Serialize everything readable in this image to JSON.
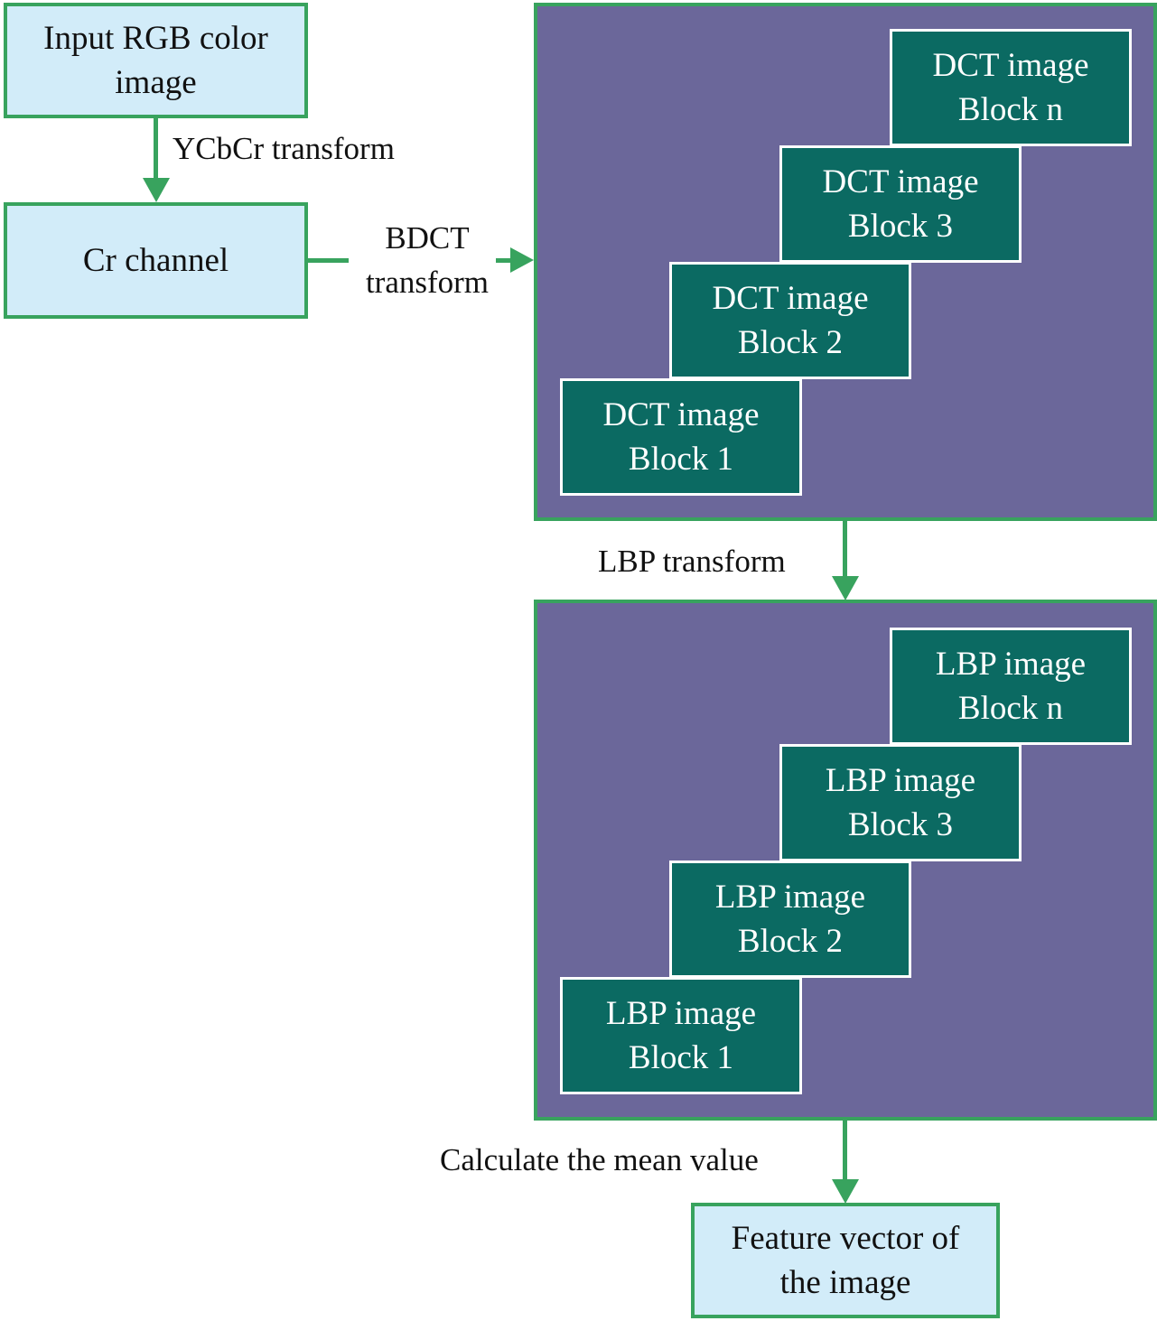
{
  "diagram": {
    "nodes": {
      "input_rgb": {
        "label": "Input RGB color\nimage"
      },
      "cr_channel": {
        "label": "Cr channel"
      },
      "feature_vector": {
        "label": "Feature vector of\nthe image"
      }
    },
    "edge_labels": {
      "ycbcr": "YCbCr transform",
      "bdct": "BDCT\ntransform",
      "lbp": "LBP transform",
      "mean": "Calculate the mean value"
    },
    "dct_panel": {
      "blocks": [
        {
          "label": "DCT image\nBlock 1"
        },
        {
          "label": "DCT image\nBlock 2"
        },
        {
          "label": "DCT image\nBlock 3"
        },
        {
          "label": "DCT image\nBlock n"
        }
      ]
    },
    "lbp_panel": {
      "blocks": [
        {
          "label": "LBP image\nBlock 1"
        },
        {
          "label": "LBP image\nBlock 2"
        },
        {
          "label": "LBP image\nBlock 3"
        },
        {
          "label": "LBP image\nBlock n"
        }
      ]
    },
    "colors": {
      "node_fill": "#d2ecf9",
      "accent_green": "#38a35e",
      "panel_purple": "#6b679a",
      "block_teal": "#0b6a62",
      "block_border": "#ffffff",
      "text_dark": "#111111",
      "text_light": "#ffffff"
    }
  }
}
